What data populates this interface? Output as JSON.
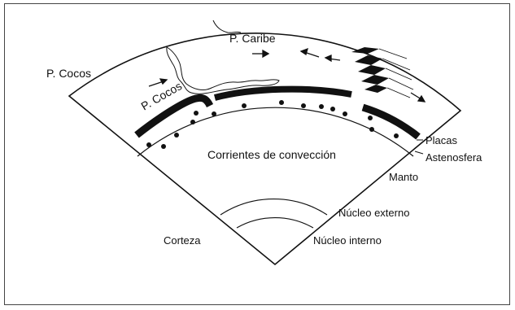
{
  "labels": {
    "cocos_outer": "P. Cocos",
    "cocos_inner": "P. Cocos",
    "caribe": "P. Caribe",
    "convection": "Corrientes de convección",
    "placas": "Placas",
    "astenosfera": "Astenosfera",
    "manto": "Manto",
    "nucleo_externo": "Núcleo externo",
    "nucleo_interno": "Núcleo interno",
    "corteza": "Corteza"
  },
  "colors": {
    "line": "#111111",
    "frame": "#444444",
    "background": "#ffffff"
  }
}
